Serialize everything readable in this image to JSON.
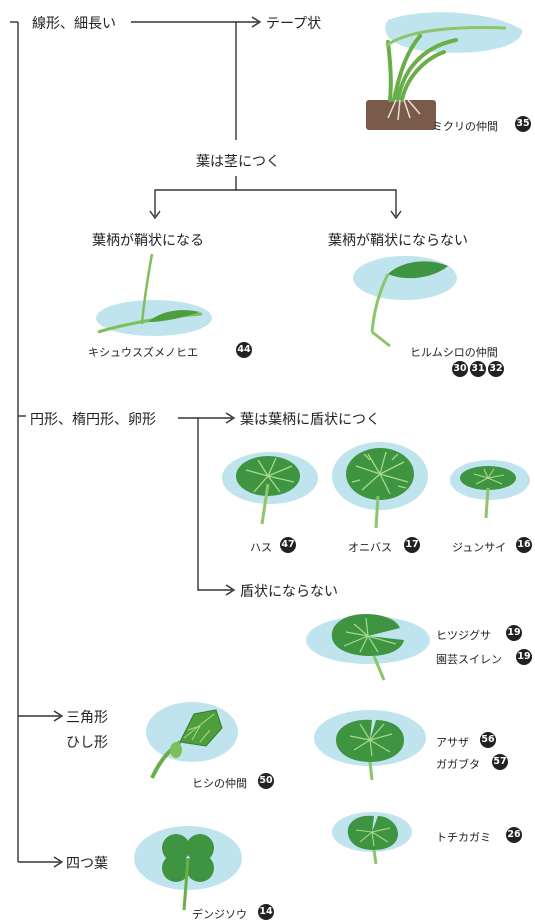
{
  "branches": {
    "linear": "線形、細長い",
    "tape": "テープ状",
    "leaf_on_stem": "葉は茎につく",
    "sheath_yes": "葉柄が鞘状になる",
    "sheath_no": "葉柄が鞘状にならない",
    "round": "円形、楕円形、卵形",
    "peltate": "葉は葉柄に盾状につく",
    "not_peltate": "盾状にならない",
    "triangle_1": "三角形",
    "triangle_2": "ひし形",
    "four_leaf": "四つ葉"
  },
  "plants": {
    "mikuri": {
      "name": "ミクリの仲間",
      "nums": [
        "35"
      ]
    },
    "kishuu": {
      "name": "キシュウスズメノヒエ",
      "nums": [
        "44"
      ]
    },
    "hirumushiro": {
      "name": "ヒルムシロの仲間",
      "nums": [
        "30",
        "31",
        "32"
      ]
    },
    "hasu": {
      "name": "ハス",
      "nums": [
        "47"
      ]
    },
    "onibasu": {
      "name": "オニバス",
      "nums": [
        "17"
      ]
    },
    "junsai": {
      "name": "ジュンサイ",
      "nums": [
        "16"
      ]
    },
    "hitsujigusa": {
      "name": "ヒツジグサ",
      "nums": [
        "19"
      ]
    },
    "engei": {
      "name": "園芸スイレン",
      "nums": [
        "19"
      ]
    },
    "hishi": {
      "name": "ヒシの仲間",
      "nums": [
        "50"
      ]
    },
    "asaza": {
      "name": "アサザ",
      "nums": [
        "56"
      ]
    },
    "gagabuta": {
      "name": "ガガブタ",
      "nums": [
        "57"
      ]
    },
    "tochikagami": {
      "name": "トチカガミ",
      "nums": [
        "26"
      ]
    },
    "denjisou": {
      "name": "デンジソウ",
      "nums": [
        "14"
      ]
    }
  },
  "colors": {
    "water": "#bfe4ee",
    "leaf": "#3e9440",
    "leaf_light": "#7dc06a",
    "line": "#333333"
  }
}
